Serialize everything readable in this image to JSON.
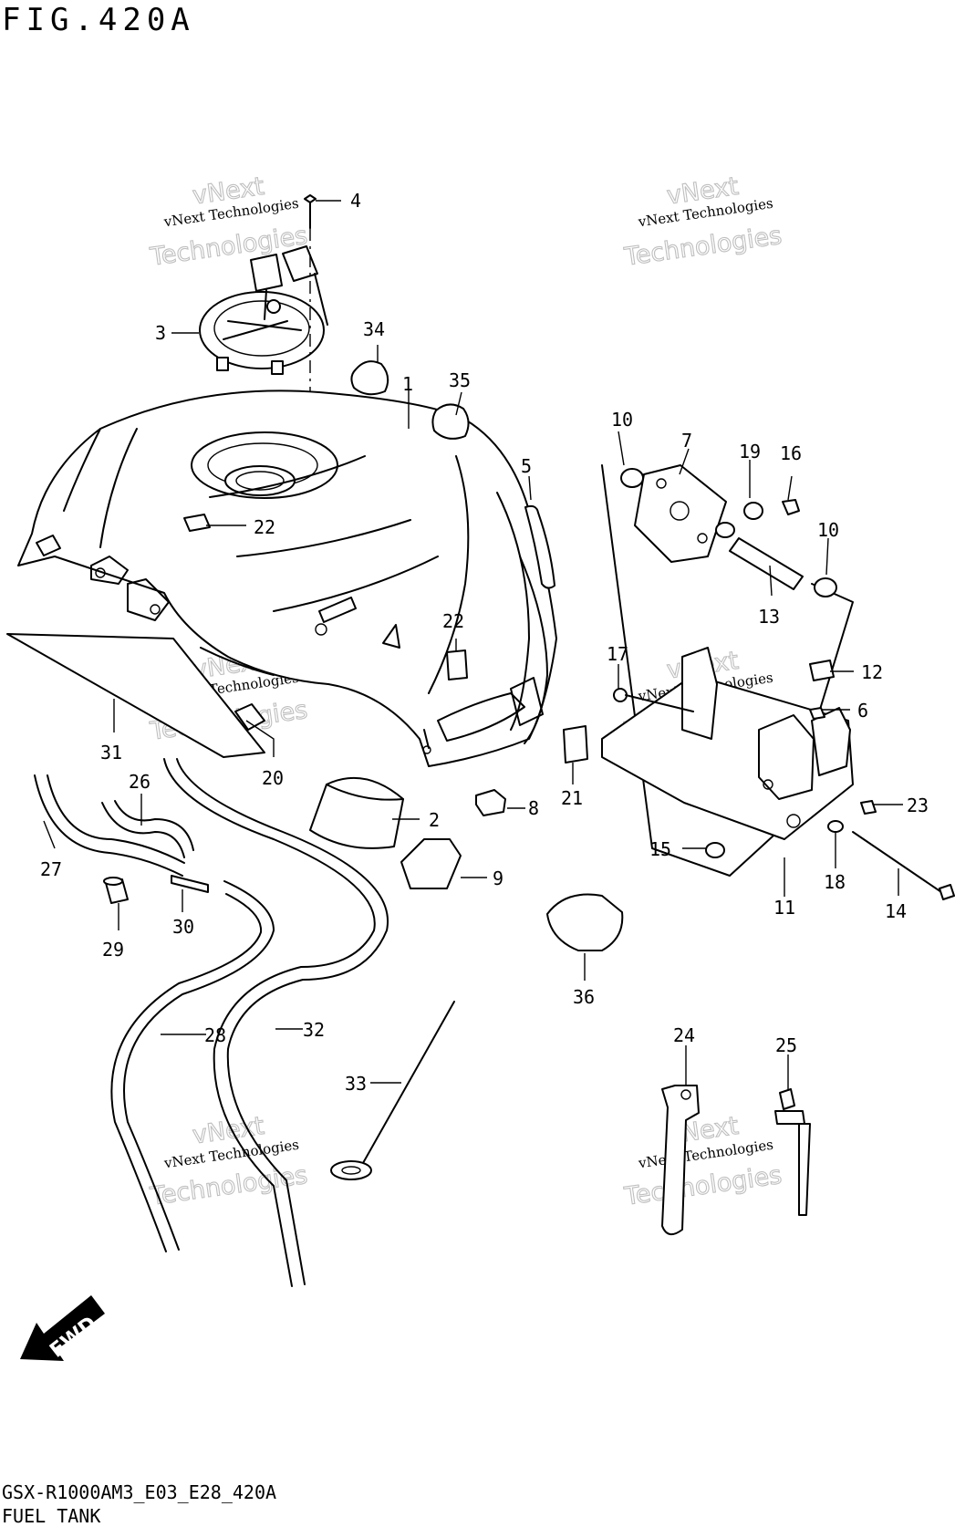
{
  "figure": {
    "title": "FIG.420A",
    "code": "GSX-R1000AM3_E03_E28_420A",
    "name": "FUEL TANK"
  },
  "watermark": {
    "line1": "vNext Technologies",
    "line2": "Technologies",
    "line3": "vNext"
  },
  "fwd_label": "FWD",
  "callouts": [
    "1",
    "2",
    "3",
    "4",
    "5",
    "6",
    "7",
    "8",
    "9",
    "10",
    "10",
    "11",
    "12",
    "13",
    "14",
    "15",
    "16",
    "17",
    "18",
    "19",
    "20",
    "21",
    "22",
    "22",
    "23",
    "24",
    "25",
    "26",
    "27",
    "28",
    "29",
    "30",
    "31",
    "32",
    "33",
    "34",
    "35",
    "36"
  ]
}
